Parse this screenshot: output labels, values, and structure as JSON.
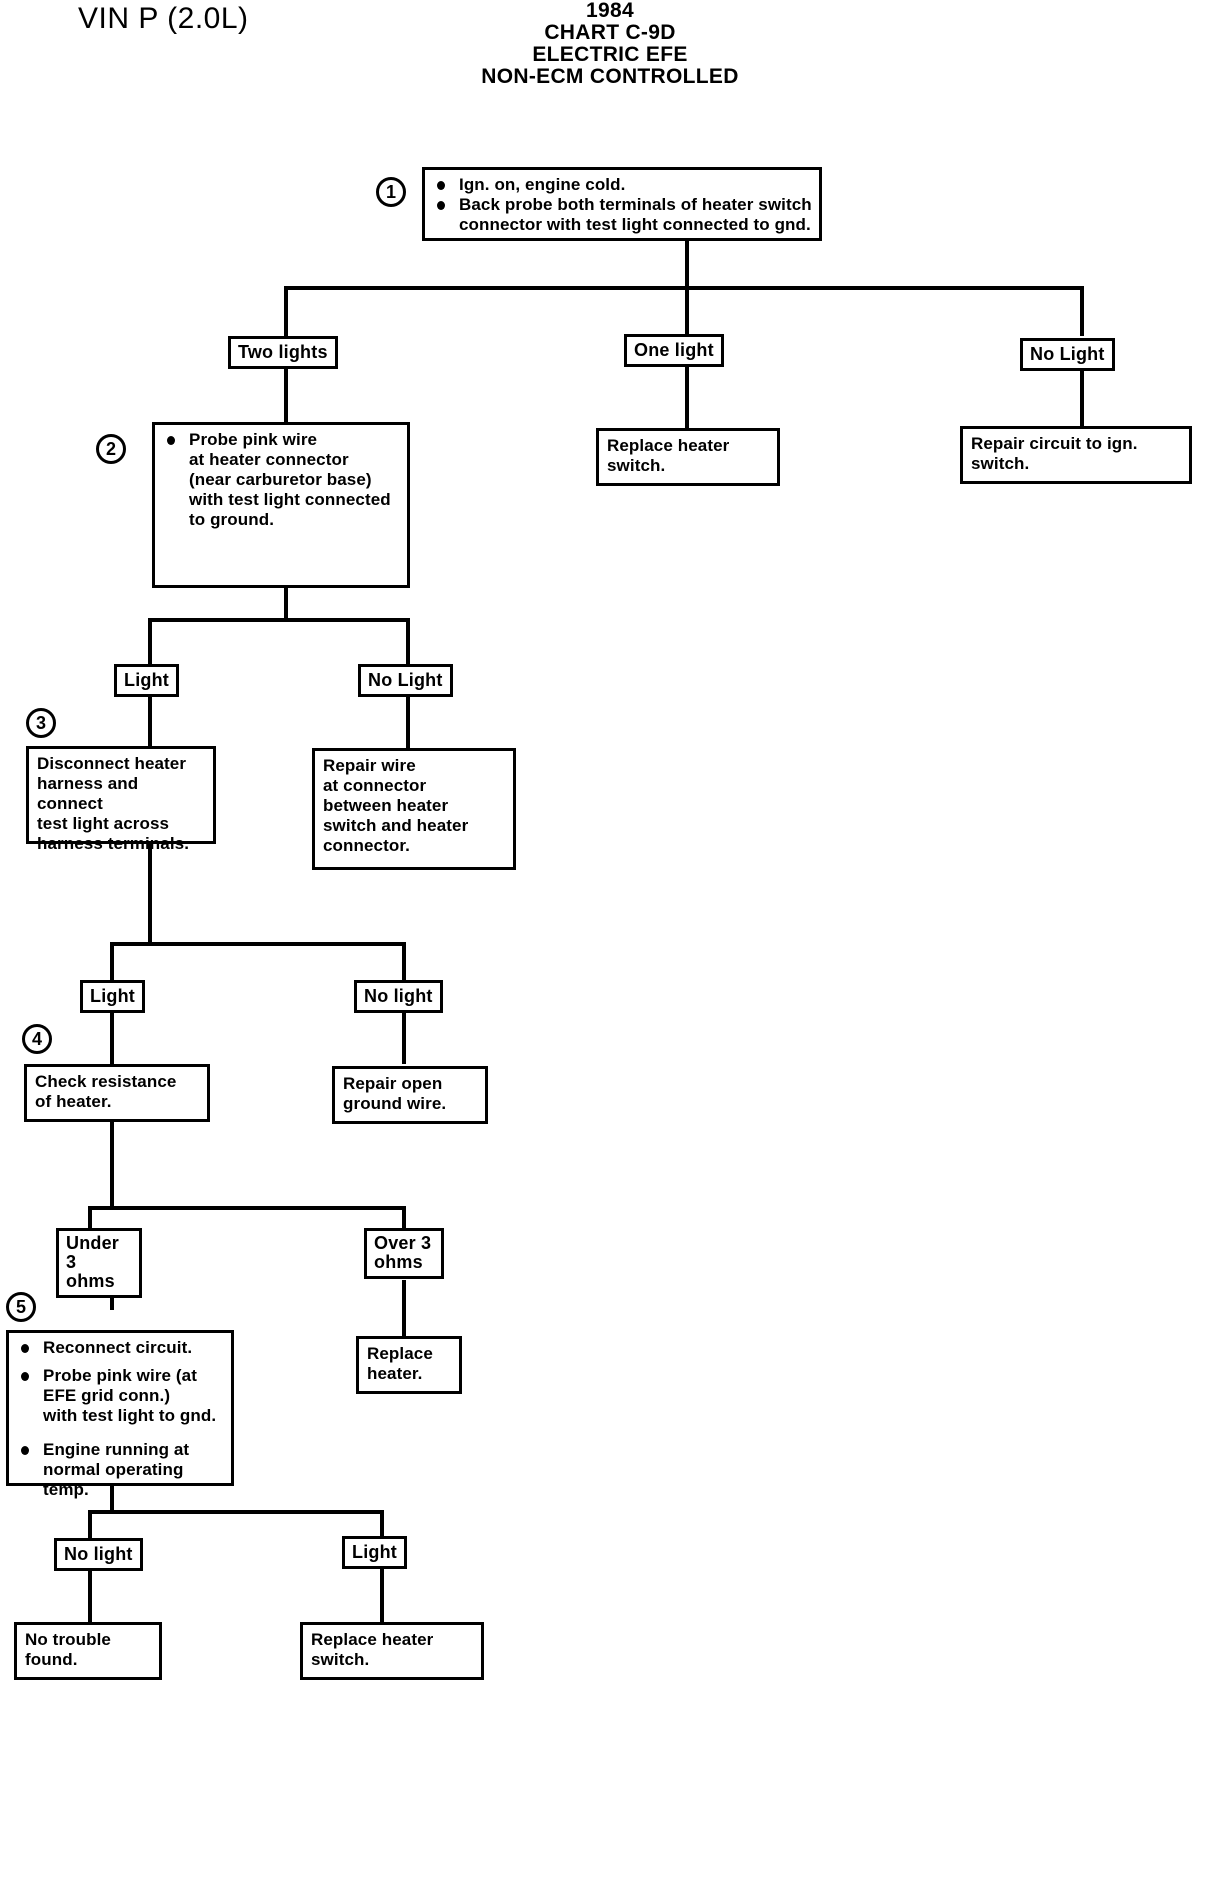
{
  "header": {
    "left_label": "VIN P (2.0L)",
    "year": "1984",
    "chart_id": "CHART C-9D",
    "system": "ELECTRIC EFE",
    "qualifier": "NON-ECM CONTROLLED"
  },
  "steps": {
    "s1": {
      "number": "1",
      "lines": [
        "Ign. on, engine cold.",
        "Back probe both terminals of heater switch",
        "connector with test light connected to gnd."
      ]
    },
    "s2": {
      "number": "2",
      "lines": [
        "Probe pink wire",
        "at heater connector",
        "(near carburetor base)",
        "with test light connected",
        "to ground."
      ]
    },
    "s3": {
      "number": "3",
      "lines": [
        "Disconnect heater",
        "harness and connect",
        "test light across",
        "harness terminals."
      ]
    },
    "s4": {
      "number": "4",
      "lines": [
        "Check resistance",
        "of heater."
      ]
    },
    "s5": {
      "number": "5",
      "b1": "Reconnect circuit.",
      "b2_l1": "Probe pink wire (at",
      "b2_l2": "EFE grid conn.)",
      "b2_l3": "with test light to gnd.",
      "b3_l1": "Engine running at",
      "b3_l2": "normal operating",
      "b3_l3": "temp."
    }
  },
  "branches": {
    "b1_two_lights": "Two lights",
    "b1_one_light": "One light",
    "b1_no_light": "No Light",
    "b2_light": "Light",
    "b2_no_light": "No Light",
    "b3_light": "Light",
    "b3_no_light": "No light",
    "b4_under": "Under 3",
    "b4_under2": "ohms",
    "b4_over": "Over 3",
    "b4_over2": "ohms",
    "b5_no_light": "No light",
    "b5_light": "Light"
  },
  "actions": {
    "replace_heater_switch_1": [
      "Replace heater",
      "switch."
    ],
    "repair_circuit_ign": [
      "Repair circuit to ign.",
      "switch."
    ],
    "repair_wire_connector": [
      "Repair wire",
      "at connector",
      "between heater",
      "switch and heater",
      "connector."
    ],
    "repair_open_ground": [
      "Repair open",
      "ground wire."
    ],
    "replace_heater": [
      "Replace",
      "heater."
    ],
    "no_trouble_found": [
      "No trouble",
      "found."
    ],
    "replace_heater_switch_2": [
      "Replace heater",
      "switch."
    ]
  },
  "colors": {
    "ink": "#000000",
    "paper": "#ffffff"
  }
}
